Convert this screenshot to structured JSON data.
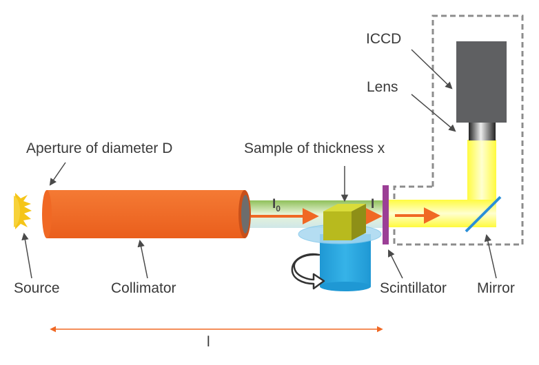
{
  "labels": {
    "iccd": "ICCD",
    "lens": "Lens",
    "aperture": "Aperture of diameter D",
    "sample": "Sample of thickness x",
    "source": "Source",
    "collimator": "Collimator",
    "scintillator": "Scintillator",
    "mirror": "Mirror",
    "length": "l",
    "incident_intensity": "I",
    "incident_subscript": "0",
    "transmitted_intensity": "I"
  },
  "colors": {
    "collimator": "#f06824",
    "collimator_dark": "#c9501a",
    "source": "#f5c518",
    "sample_top": "#d9dc3a",
    "sample_front": "#b8ba1e",
    "sample_side": "#8e8f17",
    "stage": "#29a7df",
    "disc": "#a8d8f0",
    "beam_green": "#a7cf6a",
    "beam_yellow": "#ffff66",
    "arrow": "#f06824",
    "scintillator": "#9b3f96",
    "mirror": "#2a8fd8",
    "camera": "#5f6062",
    "box_border": "#8c8c8c"
  },
  "icons": [
    "sun-icon",
    "rotation-arrow-icon"
  ]
}
